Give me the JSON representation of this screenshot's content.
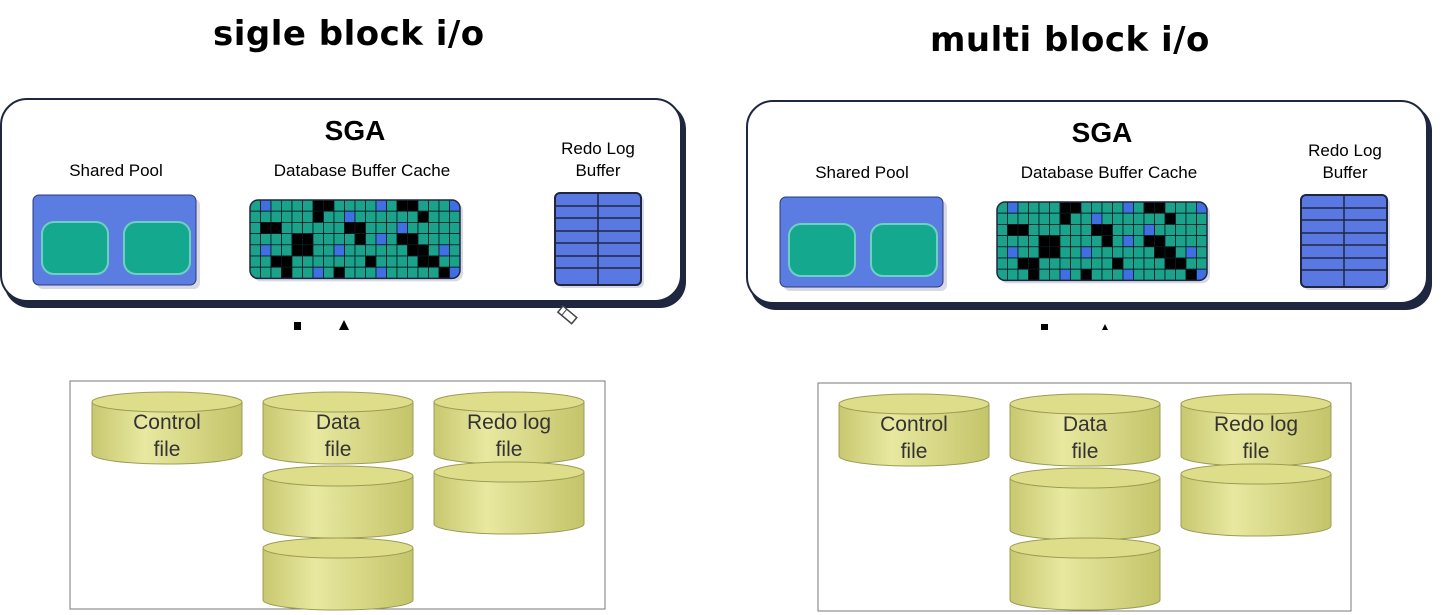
{
  "panels": [
    {
      "title": "sigle block i/o",
      "sga": {
        "title": "SGA",
        "shared_pool_label": "Shared Pool",
        "buffer_cache_label": "Database Buffer Cache",
        "redo_buffer_label_line1": "Redo Log",
        "redo_buffer_label_line2": "Buffer"
      },
      "files": {
        "control_line1": "Control",
        "control_line2": "file",
        "data_line1": "Data",
        "data_line2": "file",
        "redo_line1": "Redo log",
        "redo_line2": "file"
      },
      "io_blocks_shown": 1
    },
    {
      "title": "multi block i/o",
      "sga": {
        "title": "SGA",
        "shared_pool_label": "Shared Pool",
        "buffer_cache_label": "Database Buffer Cache",
        "redo_buffer_label_line1": "Redo Log",
        "redo_buffer_label_line2": "Buffer"
      },
      "files": {
        "control_line1": "Control",
        "control_line2": "file",
        "data_line1": "Data",
        "data_line2": "file",
        "redo_line1": "Redo log",
        "redo_line2": "file"
      },
      "io_blocks_shown": 4
    }
  ],
  "colors": {
    "sga_border": "#1f2640",
    "pool_blue": "#5b7ce0",
    "pool_teal": "#14a88e",
    "cache_teal": "#1aa38a",
    "cache_black": "#000000",
    "cache_blue": "#3f6fe0",
    "redo_blue": "#5a78e2",
    "cylinder": "#dede8a",
    "cylinder_edge": "#9c9c55",
    "io_block": "#2a4590"
  }
}
